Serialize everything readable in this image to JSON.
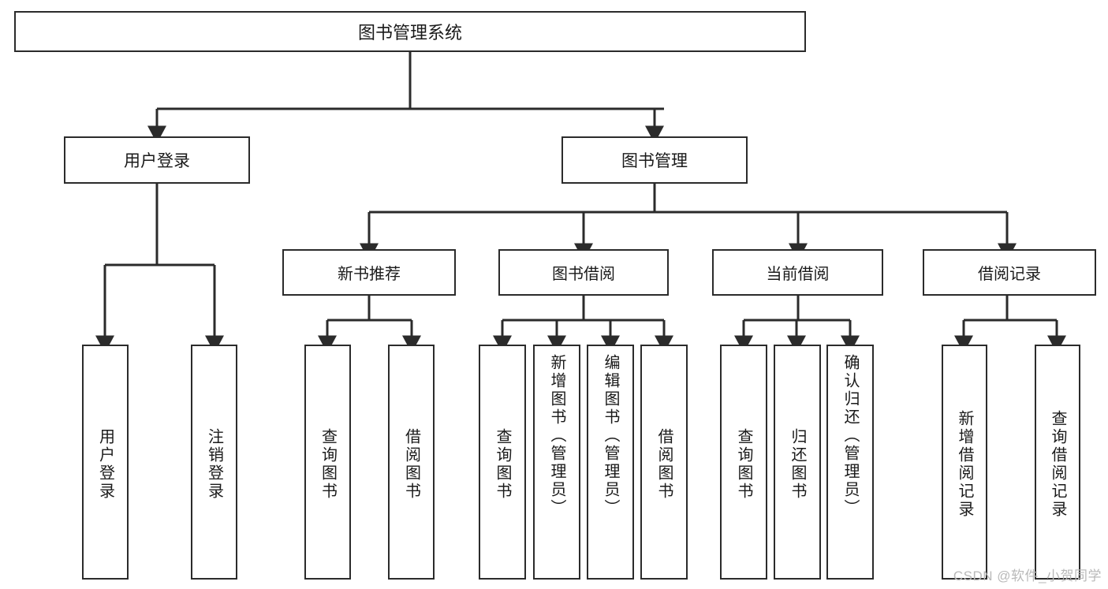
{
  "diagram": {
    "title": "图书管理系统",
    "type": "tree",
    "root": {
      "label": "图书管理系统"
    },
    "tier1": [
      {
        "label": "用户登录"
      },
      {
        "label": "图书管理"
      }
    ],
    "tier2": [
      {
        "label": "新书推荐"
      },
      {
        "label": "图书借阅"
      },
      {
        "label": "当前借阅"
      },
      {
        "label": "借阅记录"
      }
    ],
    "leaves": {
      "user_login": [
        {
          "label": "用户登录"
        },
        {
          "label": "注销登录"
        }
      ],
      "new_book_recommend": [
        {
          "label": "查询图书"
        },
        {
          "label": "借阅图书"
        }
      ],
      "book_borrow": [
        {
          "label": "查询图书"
        },
        {
          "label": "新增图书（管理员）"
        },
        {
          "label": "编辑图书（管理员）"
        },
        {
          "label": "借阅图书"
        }
      ],
      "current_borrow": [
        {
          "label": "查询图书"
        },
        {
          "label": "归还图书"
        },
        {
          "label": "确认归还（管理员）"
        }
      ],
      "borrow_record": [
        {
          "label": "新增借阅记录"
        },
        {
          "label": "查询借阅记录"
        }
      ]
    }
  },
  "watermark": {
    "text": "CSDN @软件_小贺同学"
  },
  "colors": {
    "border": "#2b2b2b",
    "background": "#ffffff",
    "text": "#1a1a1a",
    "watermark": "#b9b9b9"
  }
}
